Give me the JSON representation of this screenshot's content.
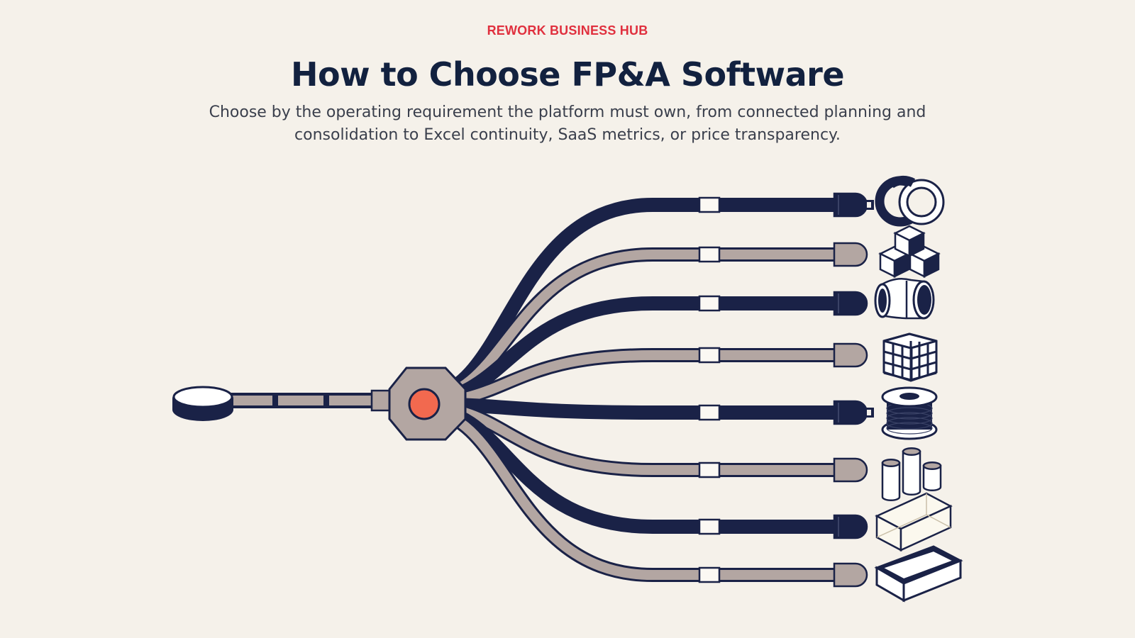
{
  "header": {
    "eyebrow": "REWORK BUSINESS HUB",
    "title": "How to Choose FP&A Software",
    "subtitle": "Choose by the operating requirement the platform must own, from connected planning and consolidation to Excel continuity, SaaS metrics, or price transparency."
  },
  "colors": {
    "background": "#f5f1ea",
    "navy": "#1a2247",
    "taupe": "#b3a6a2",
    "accent": "#f2694f",
    "eyebrow": "#e0303e"
  },
  "branches": [
    {
      "style": "navy",
      "icon": "interlocking-rings-icon"
    },
    {
      "style": "taupe",
      "icon": "stacked-cubes-icon"
    },
    {
      "style": "navy",
      "icon": "pipe-elbow-icon"
    },
    {
      "style": "taupe",
      "icon": "grid-cube-icon"
    },
    {
      "style": "navy",
      "icon": "cable-spool-icon"
    },
    {
      "style": "taupe",
      "icon": "cylinders-icon"
    },
    {
      "style": "navy",
      "icon": "glass-box-icon"
    },
    {
      "style": "taupe",
      "icon": "open-tray-icon"
    }
  ]
}
